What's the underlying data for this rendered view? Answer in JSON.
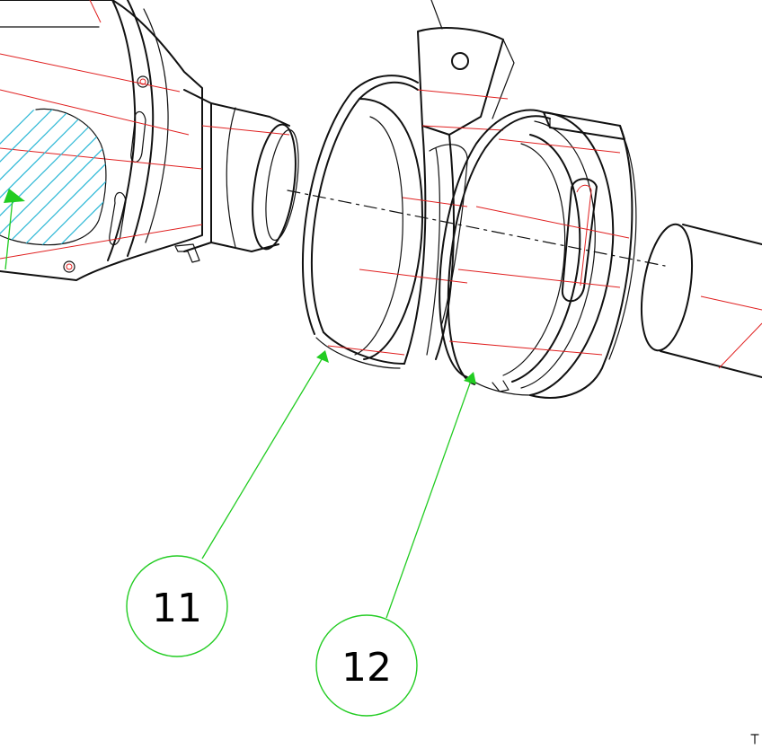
{
  "callouts": [
    {
      "id": "11",
      "label": "11"
    },
    {
      "id": "12",
      "label": "12"
    }
  ],
  "colors": {
    "outline": "#111111",
    "construction_line": "#e02020",
    "leader": "#22cc22",
    "hatch": "#2ab7d6",
    "background": "#ffffff"
  }
}
